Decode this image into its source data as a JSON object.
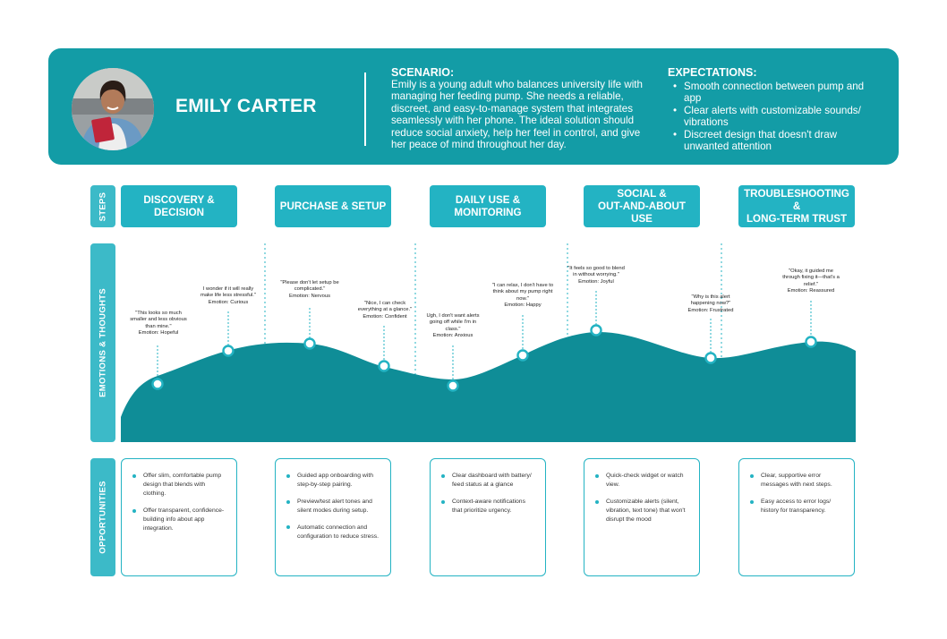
{
  "persona": {
    "name": "EMILY CARTER",
    "scenario_title": "SCENARIO:",
    "scenario_text": "Emily is a young adult who balances university life with managing her feeding pump. She needs a reliable, discreet, and easy-to-manage system that integrates seamlessly with her phone. The ideal solution should reduce social anxiety, help her feel in control, and give her peace of mind throughout her day.",
    "expectations_title": "EXPECTATIONS:",
    "expectations": [
      "Smooth connection between pump and app",
      "Clear alerts with customizable sounds/ vibrations",
      "Discreet design that doesn't draw unwanted attention"
    ]
  },
  "row_labels": {
    "steps": "STEPS",
    "emotions": "EMOTIONS & THOUGHTS",
    "opportunities": "OPPORTUNITIES"
  },
  "steps": [
    "DISCOVERY &\nDECISION",
    "PURCHASE & SETUP",
    "DAILY USE &\nMONITORING",
    "SOCIAL &\nOUT-AND-ABOUT USE",
    "TROUBLESHOOTING &\nLONG-TERM TRUST"
  ],
  "emotion_points": [
    {
      "quote": "\"This looks so much\nsmaller and less obvious\nthan mine.\"\nEmotion: Hopeful"
    },
    {
      "quote": "I wonder if it will really\nmake life less stressful.\"\nEmotion: Curious"
    },
    {
      "quote": "\"Please don't let setup be\ncomplicated.\"\nEmotion: Nervous"
    },
    {
      "quote": "\"Nice, I can check\neverything at a glance.\"\nEmotion: Confident"
    },
    {
      "quote": "Ugh, I don't want alerts\ngoing off while I'm in\nclass.\"\nEmotion: Anxious"
    },
    {
      "quote": "\"I can relax, I don't have to\nthink about my pump right\nnow.\"\nEmotion: Happy"
    },
    {
      "quote": "\"It feels so good to blend\nin without worrying.\"\nEmotion: Joyful"
    },
    {
      "quote": "\"Why is this alert\nhappening now?\"\nEmotion: Frustrated"
    },
    {
      "quote": "\"Okay, it guided me\nthrough fixing it—that's a\nrelief.\"\nEmotion: Reassured"
    }
  ],
  "opportunities": [
    [
      "Offer slim, comfortable pump design that blends with clothing.",
      "Offer transparent, confidence-building info about app integration."
    ],
    [
      "Guided app onboarding with step-by-step pairing.",
      "Preview/test alert tones and silent modes during setup.",
      "Automatic connection and configuration to reduce stress."
    ],
    [
      "Clear dashboard with battery/ feed status at a glance",
      "Context-aware notifications that prioritize urgency."
    ],
    [
      "Quick-check widget or watch view.",
      "Customizable alerts (silent, vibration, text tone) that won't disrupt the mood"
    ],
    [
      "Clear, supportive error messages with next steps.",
      "Easy access to error logs/ history for transparency."
    ]
  ],
  "colors": {
    "primary": "#139ca6",
    "accent": "#23b3c3",
    "curve": "#0f8d97"
  }
}
